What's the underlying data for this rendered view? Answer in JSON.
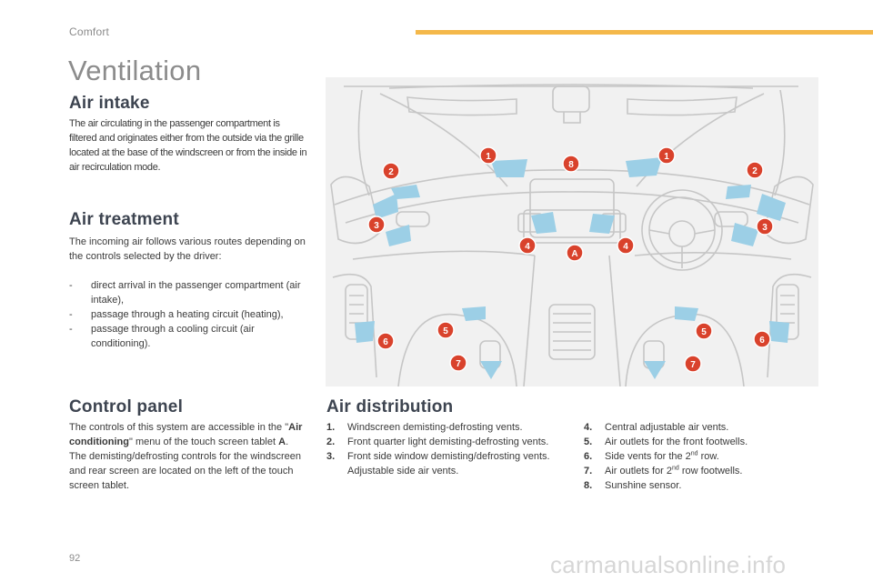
{
  "header": {
    "section": "Comfort"
  },
  "page_title": "Ventilation",
  "air_intake": {
    "heading": "Air intake",
    "text": "The air circulating in the passenger compartment is filtered and originates either from the outside via the grille located at the base of the windscreen or from the inside in air recirculation mode."
  },
  "air_treatment": {
    "heading": "Air treatment",
    "intro": "The incoming air follows various routes depending on the controls selected by the driver:",
    "items": [
      "direct arrival in the passenger compartment (air intake),",
      "passage through a heating circuit (heating),",
      "passage through a cooling circuit (air conditioning)."
    ]
  },
  "control_panel": {
    "heading": "Control panel",
    "text_before": "The controls of this system are accessible in the \"",
    "menu_name": "Air conditioning",
    "text_mid": "\" menu of the touch screen tablet ",
    "tablet_letter": "A",
    "text_after": ".",
    "text2": "The demisting/defrosting controls for the windscreen and rear screen are located on the left of the touch screen tablet."
  },
  "air_distribution": {
    "heading": "Air distribution",
    "items": [
      {
        "num": "1.",
        "text": "Windscreen demisting-defrosting vents."
      },
      {
        "num": "2.",
        "text": "Front quarter light demisting-defrosting vents."
      },
      {
        "num": "3.",
        "text": "Front side window demisting/defrosting vents.",
        "extra": "Adjustable side air vents."
      },
      {
        "num": "4.",
        "text": "Central adjustable air vents."
      },
      {
        "num": "5.",
        "text": "Air outlets for the front footwells."
      },
      {
        "num": "6.",
        "text_before": "Side vents for the 2",
        "sup": "nd",
        "text_after": " row."
      },
      {
        "num": "7.",
        "text_before": "Air outlets for 2",
        "sup": "nd",
        "text_after": " row footwells."
      },
      {
        "num": "8.",
        "text": "Sunshine sensor."
      }
    ]
  },
  "diagram": {
    "markers": [
      "1",
      "1",
      "2",
      "2",
      "3",
      "3",
      "4",
      "4",
      "5",
      "5",
      "6",
      "6",
      "7",
      "7",
      "8",
      "A"
    ],
    "colors": {
      "marker": "#d9422c",
      "arrow": "#9ccfe6",
      "line": "#c8c8c8",
      "background": "#f1f1f1"
    }
  },
  "footer": {
    "page_number": "92",
    "watermark": "carmanualsonline.info"
  }
}
